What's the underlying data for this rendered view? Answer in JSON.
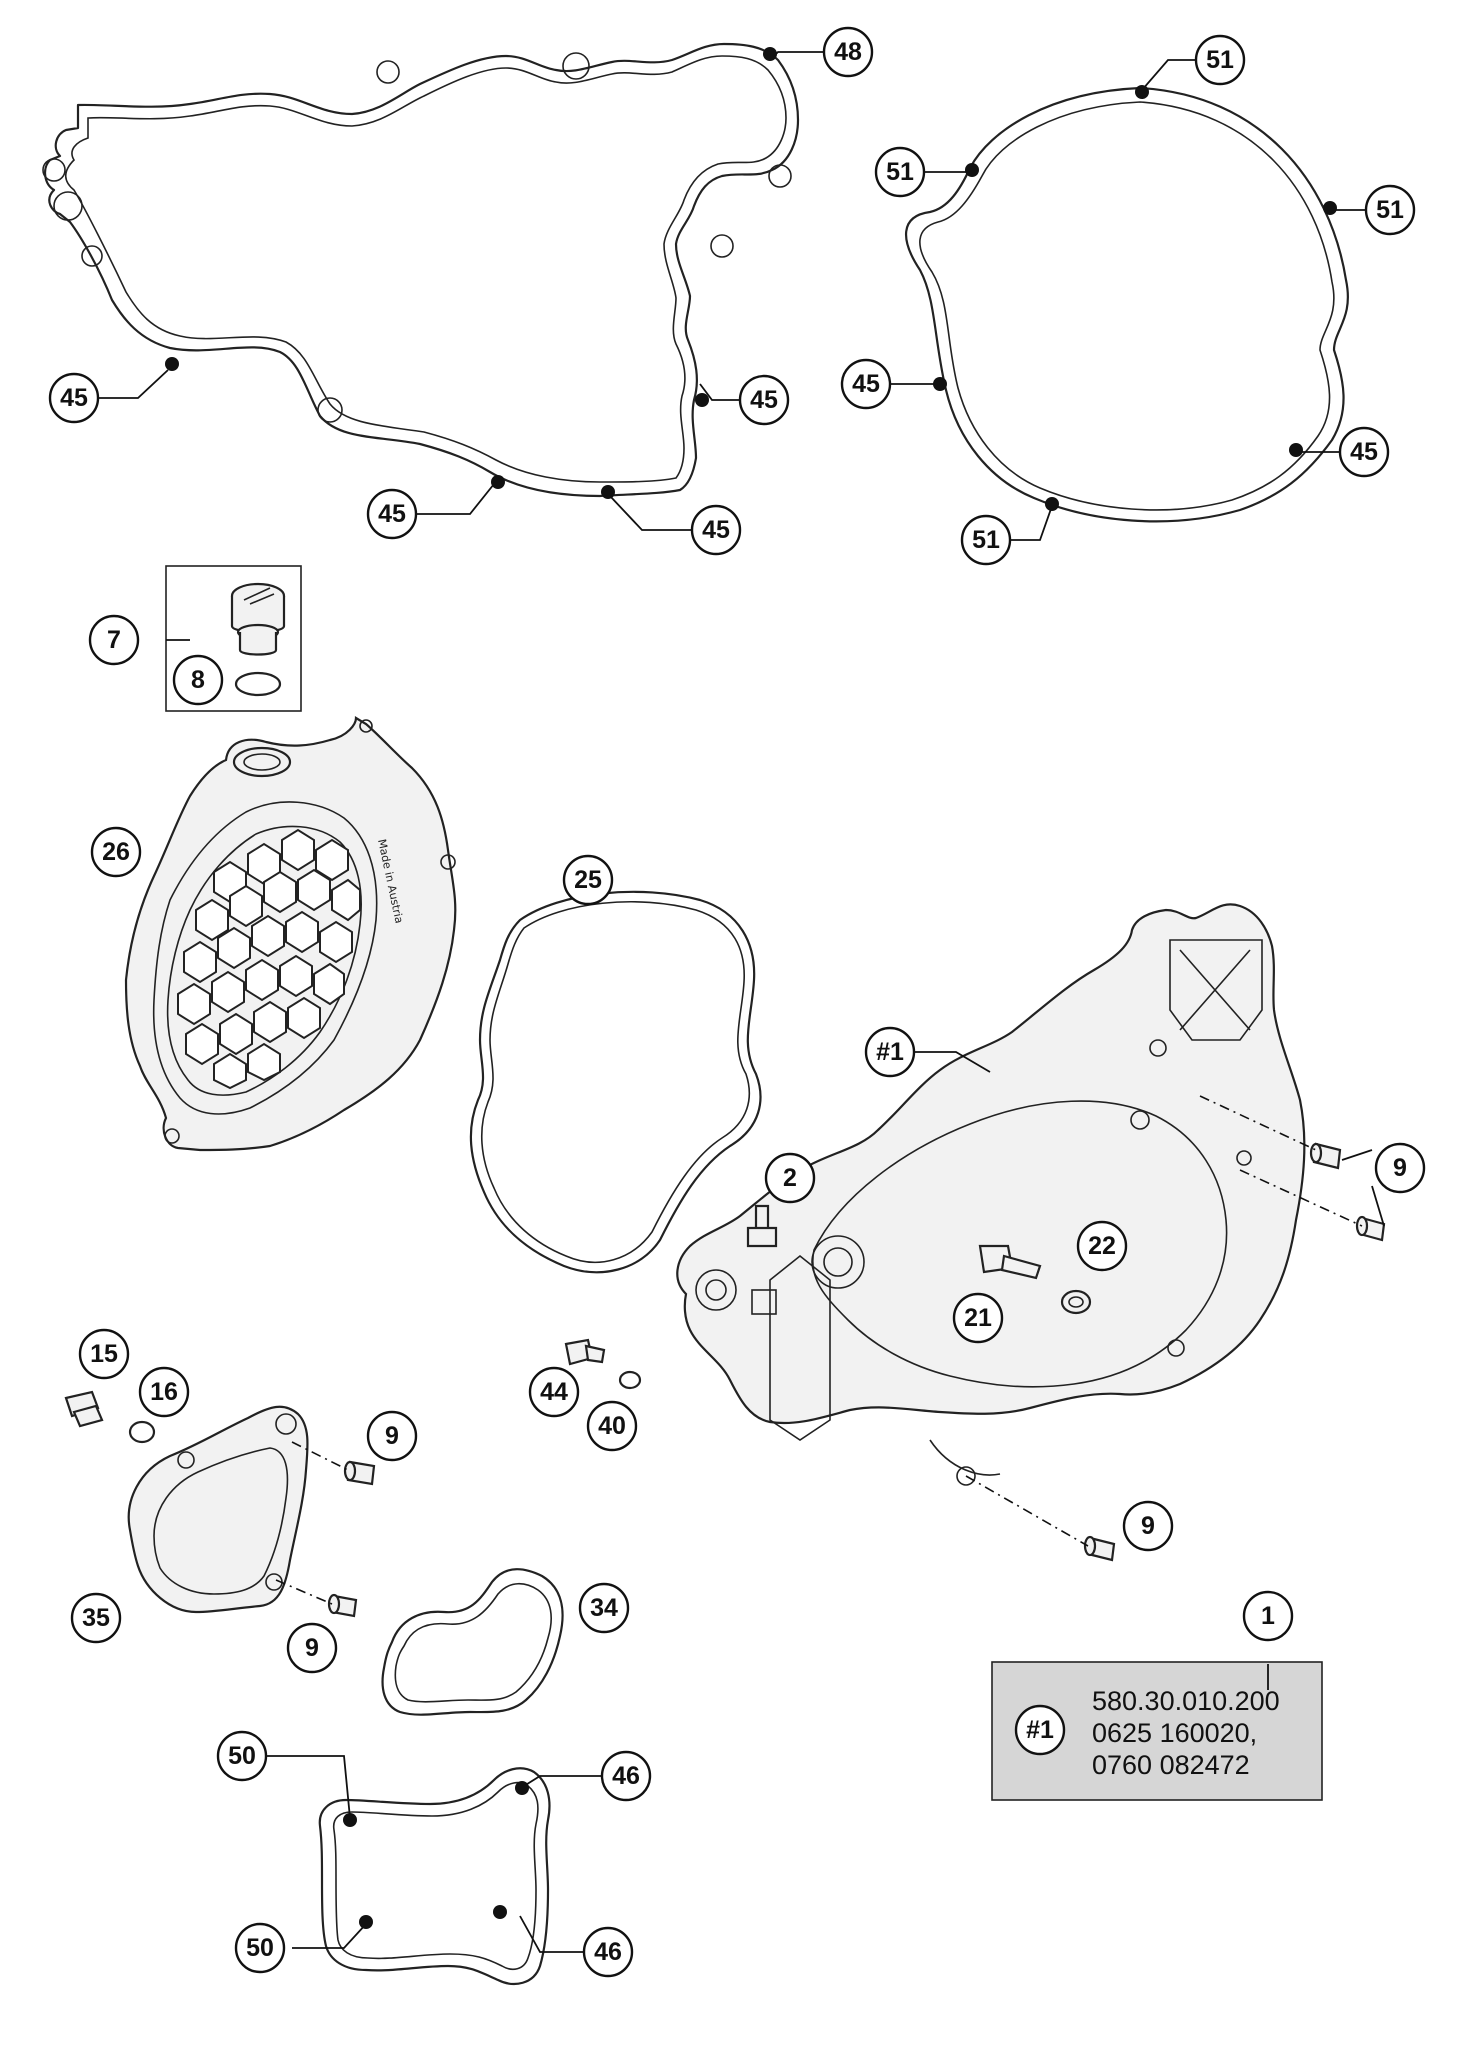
{
  "callouts": {
    "c48": "48",
    "c45_left_bottom": "45",
    "c45_left_right": "45",
    "c45_left_btm_a": "45",
    "c45_left_btm_b": "45",
    "c51_top": "51",
    "c51_left": "51",
    "c51_right": "51",
    "c51_bottom": "51",
    "c45_right_left": "45",
    "c45_right_right": "45",
    "c7": "7",
    "c8": "8",
    "c26": "26",
    "c25": "25",
    "c_hash1": "#1",
    "c9_right": "9",
    "c2": "2",
    "c22": "22",
    "c21": "21",
    "c15": "15",
    "c16": "16",
    "c9_pump_top": "9",
    "c44": "44",
    "c40": "40",
    "c9_cover_bottom": "9",
    "c35": "35",
    "c9_pump_bottom": "9",
    "c34": "34",
    "c1": "1",
    "c50_top": "50",
    "c46_top": "46",
    "c50_bottom": "50",
    "c46_bottom": "46"
  },
  "part_label": {
    "ref": "#1",
    "lines": [
      "580.30.010.200",
      "0625 160020,",
      "0760 082472"
    ]
  },
  "cover_text": {
    "made_in": "Made in Austria"
  }
}
